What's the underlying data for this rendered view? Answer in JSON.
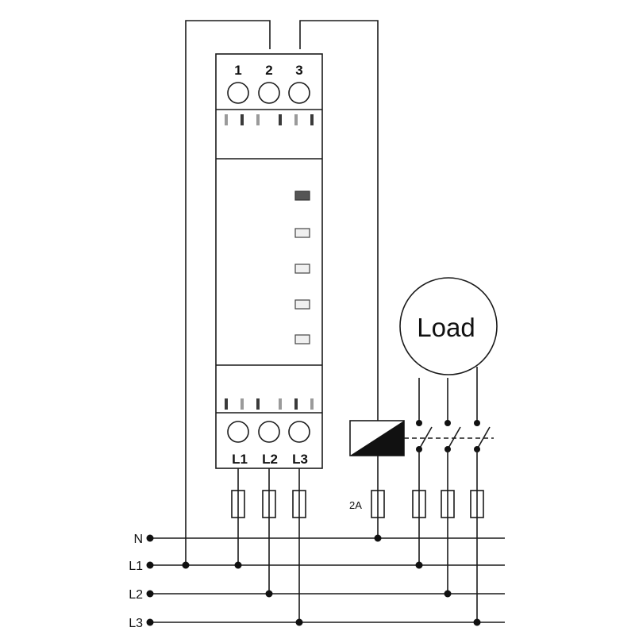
{
  "top_terminals": [
    "1",
    "2",
    "3"
  ],
  "bottom_terminals": [
    "L1",
    "L2",
    "L3"
  ],
  "load_label": "Load",
  "fuse_rating": "2A",
  "bus_lines": [
    "N",
    "L1",
    "L2",
    "L3"
  ],
  "indicators": {
    "count": 5,
    "lit": [
      true,
      false,
      false,
      false,
      false
    ]
  },
  "colors": {
    "line": "#1a1a1a",
    "led_on": "#555555",
    "led_off": "#f0f0f0"
  }
}
